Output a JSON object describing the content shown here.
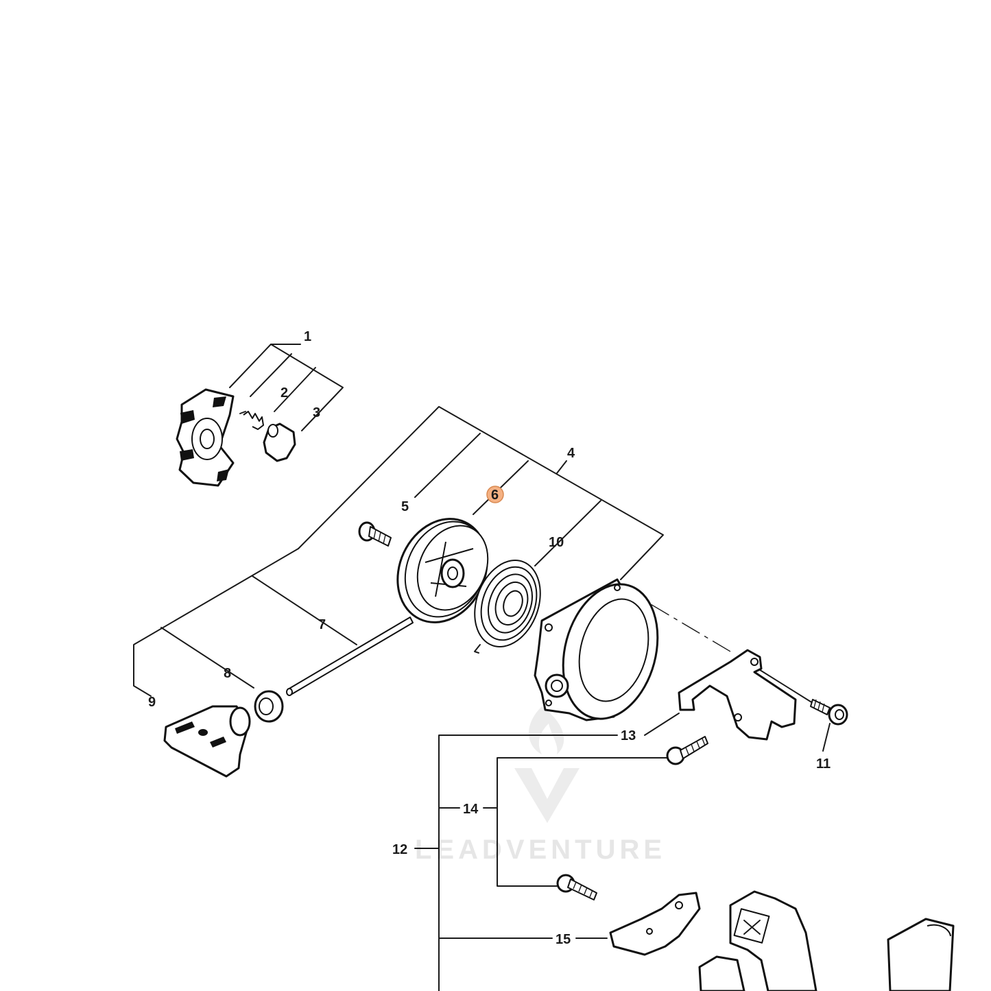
{
  "diagram": {
    "callouts": [
      {
        "number": "1"
      },
      {
        "number": "2"
      },
      {
        "number": "3"
      },
      {
        "number": "4"
      },
      {
        "number": "5"
      },
      {
        "number": "6",
        "highlighted": true
      },
      {
        "number": "7"
      },
      {
        "number": "8"
      },
      {
        "number": "9"
      },
      {
        "number": "10"
      },
      {
        "number": "11"
      },
      {
        "number": "12"
      },
      {
        "number": "13"
      },
      {
        "number": "14"
      },
      {
        "number": "15"
      }
    ],
    "highlight_color": "#f5b183",
    "line_color": "#1a1a1a"
  },
  "watermark": {
    "text": "LEADVENTURE",
    "color": "#e6e6e6"
  }
}
